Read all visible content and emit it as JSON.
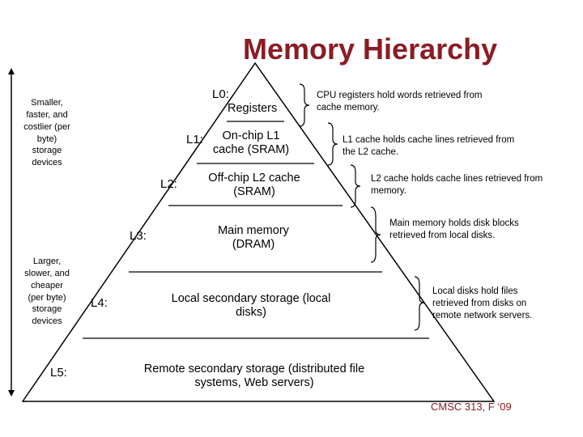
{
  "title": "Memory Hierarchy",
  "levels": [
    {
      "label": "L0:",
      "device": "Registers",
      "note": "CPU registers hold words retrieved from cache memory."
    },
    {
      "label": "L1:",
      "device": "On-chip L1 cache (SRAM)",
      "note": "L1 cache holds cache lines retrieved from the L2 cache."
    },
    {
      "label": "L2:",
      "device": "Off-chip L2 cache (SRAM)",
      "note": "L2 cache holds cache lines retrieved from memory."
    },
    {
      "label": "L3:",
      "device": "Main memory (DRAM)",
      "note": "Main memory holds disk blocks retrieved from local disks."
    },
    {
      "label": "L4:",
      "device": "Local secondary storage (local disks)",
      "note": "Local disks hold files retrieved from disks on remote network servers."
    },
    {
      "label": "L5:",
      "device": "Remote secondary storage (distributed file systems, Web servers)"
    }
  ],
  "side_top": "Smaller, faster, and costlier (per byte) storage devices",
  "side_bottom": "Larger, slower, and cheaper (per byte) storage devices",
  "footer": "CMSC 313, F ‘09",
  "colors": {
    "title": "#8b1c24",
    "line": "#000000"
  }
}
